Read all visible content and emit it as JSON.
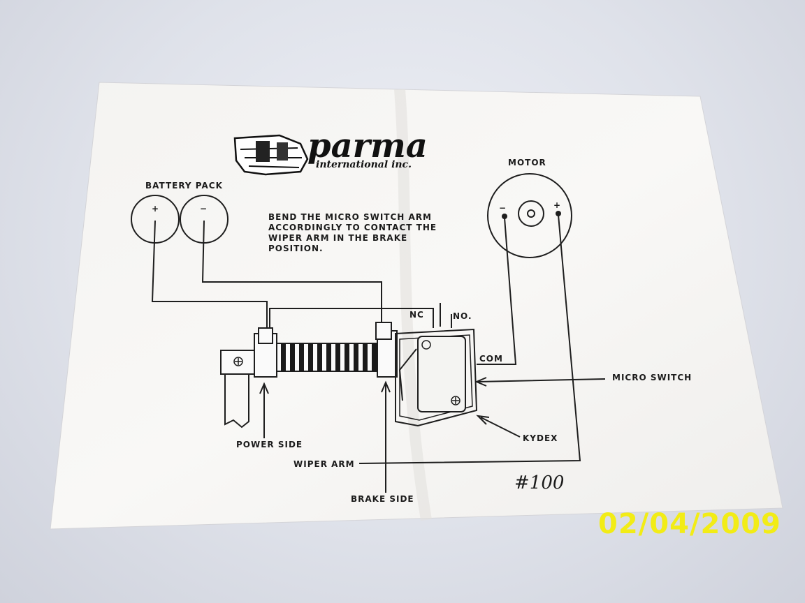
{
  "brand": {
    "name": "parma",
    "subtitle": "international inc."
  },
  "labels": {
    "battery_pack": "BATTERY PACK",
    "battery_plus": "+",
    "battery_minus": "−",
    "motor": "MOTOR",
    "motor_minus": "−",
    "motor_plus": "+",
    "instruction": [
      "BEND THE MICRO SWITCH ARM",
      "ACCORDINGLY TO CONTACT THE",
      "WIPER ARM IN THE BRAKE",
      "POSITION."
    ],
    "nc": "NC",
    "no": "NO.",
    "com": "COM",
    "micro_switch": "MICRO SWITCH",
    "kydex": "KYDEX",
    "power_side": "POWER SIDE",
    "wiper_arm": "WIPER ARM",
    "brake_side": "BRAKE SIDE",
    "part_number": "#100"
  },
  "date_stamp": "02/04/2009",
  "colors": {
    "paper": "#f7f6f4",
    "ink": "#1b1b1b",
    "stamp": "#f2ec16"
  }
}
